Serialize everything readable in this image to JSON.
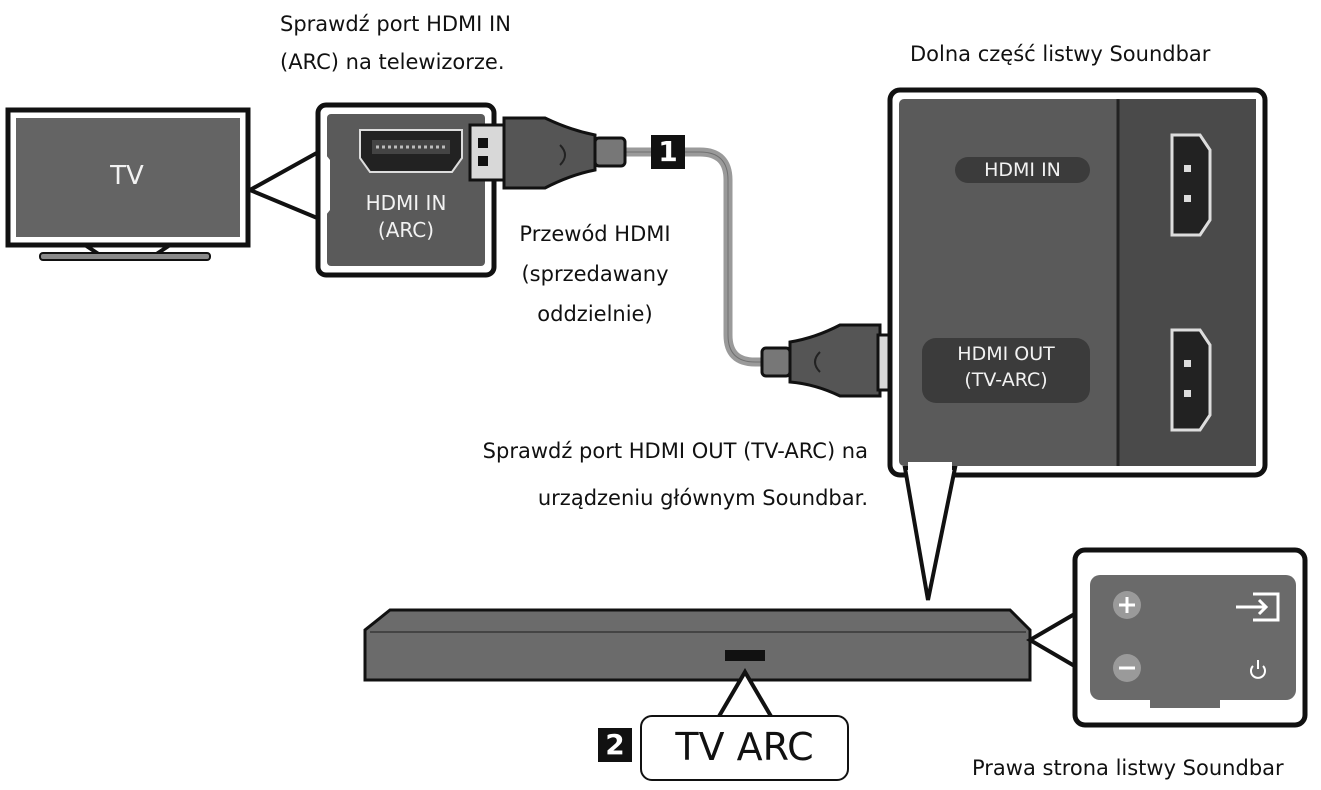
{
  "labels": {
    "check_tv_line1": "Sprawdź port HDMI IN",
    "check_tv_line2": "(ARC) na telewizorze.",
    "bottom_soundbar": "Dolna część listwy Soundbar",
    "cable_line1": "Przewód HDMI",
    "cable_line2": "(sprzedawany",
    "cable_line3": "oddzielnie)",
    "check_sb_line1": "Sprawdź port HDMI OUT (TV-ARC) na",
    "check_sb_line2": "urządzeniu głównym Soundbar.",
    "right_side": "Prawa strona listwy Soundbar"
  },
  "tv": {
    "label": "TV"
  },
  "tv_port": {
    "line1": "HDMI IN",
    "line2": "(ARC)"
  },
  "soundbar_ports": {
    "hdmi_in": "HDMI IN",
    "hdmi_out_line1": "HDMI OUT",
    "hdmi_out_line2": "(TV-ARC)"
  },
  "steps": {
    "step1": "1",
    "step2": "2"
  },
  "display": {
    "text": "TV ARC"
  },
  "colors": {
    "panel_dark": "#5a5a5a",
    "soundbar_body": "#6b6b6b",
    "cable": "#999999",
    "outline": "#111111"
  },
  "icons": [
    "tv-icon",
    "hdmi-port-icon",
    "hdmi-plug-icon",
    "plus-icon",
    "minus-icon",
    "source-icon",
    "power-icon"
  ]
}
